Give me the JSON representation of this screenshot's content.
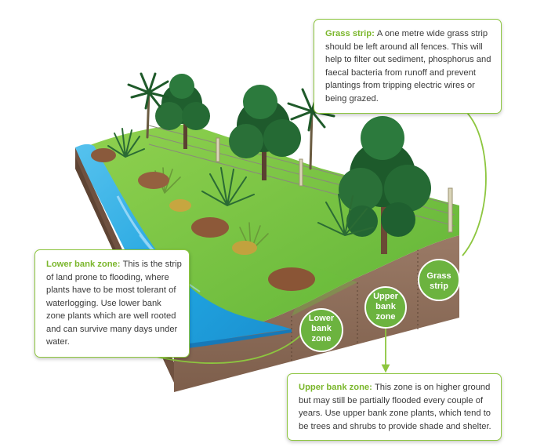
{
  "callouts": {
    "grass_strip": {
      "title": "Grass strip:",
      "body": "A one metre wide grass strip should be left around all fences. This will help to filter out sediment, phosphorus and faecal bacteria from runoff and prevent plantings from tripping electric wires or being grazed."
    },
    "lower_bank": {
      "title": "Lower bank zone:",
      "body": "This is the strip of land prone to flooding, where plants have to be most tolerant of waterlogging. Use lower bank zone plants which are well rooted and can survive many days under water."
    },
    "upper_bank": {
      "title": "Upper bank zone:",
      "body": "This zone is on higher ground but may still be partially flooded every couple of years. Use upper bank zone plants, which tend to be trees and shrubs to provide shade and shelter."
    }
  },
  "zone_badges": {
    "lower": [
      "Lower",
      "bank",
      "zone"
    ],
    "upper": [
      "Upper",
      "bank",
      "zone"
    ],
    "grass": [
      "Grass",
      "strip"
    ]
  },
  "colors": {
    "accent_green": "#8dc63f",
    "badge_green": "#6cb33f",
    "water": "#29aae1",
    "soil": "#8b6b58",
    "grass": "#7ac943"
  }
}
